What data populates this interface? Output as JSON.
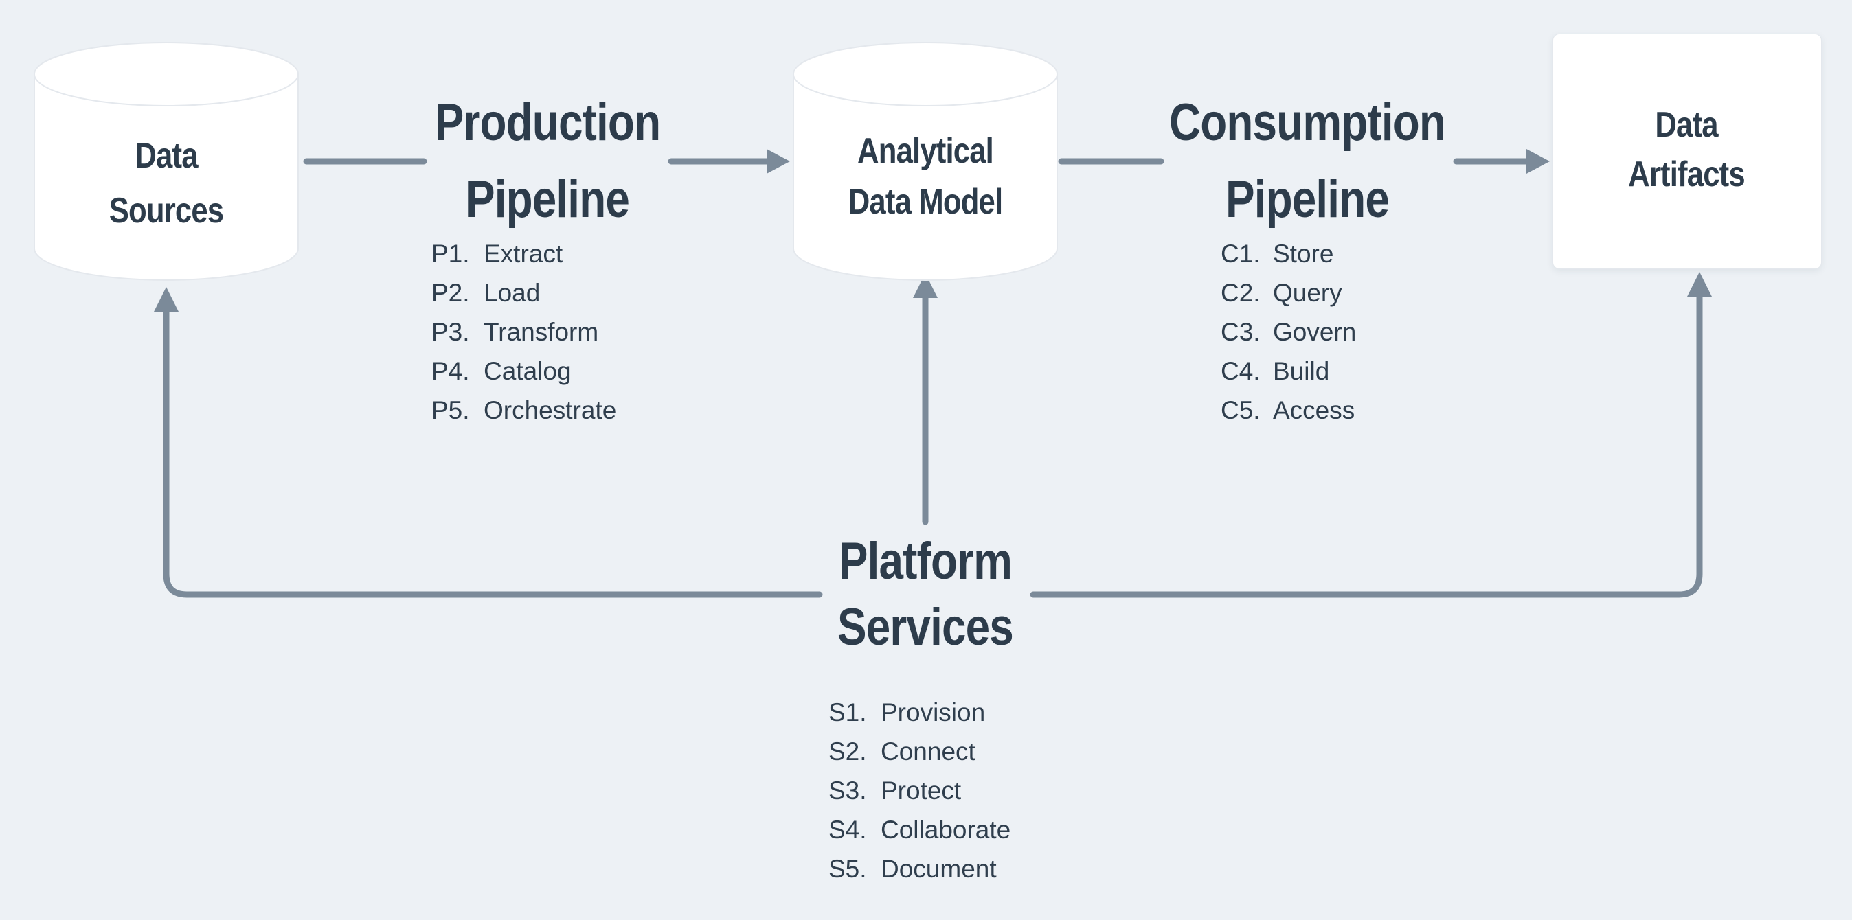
{
  "colors": {
    "background": "#edf1f5",
    "text": "#2d3c4b",
    "connector": "#7b8a99",
    "node_fill": "#ffffff",
    "node_stroke": "#e4e8ed"
  },
  "nodes": {
    "data_sources": {
      "shape": "cylinder",
      "lines": [
        "Data",
        "Sources"
      ]
    },
    "analytical_data_model": {
      "shape": "cylinder",
      "lines": [
        "Analytical",
        "Data Model"
      ]
    },
    "data_artifacts": {
      "shape": "box",
      "lines": [
        "Data",
        "Artifacts"
      ]
    }
  },
  "groups": {
    "production": {
      "title_lines": [
        "Production",
        "Pipeline"
      ],
      "items": [
        {
          "num": "P1.",
          "label": "Extract"
        },
        {
          "num": "P2.",
          "label": "Load"
        },
        {
          "num": "P3.",
          "label": "Transform"
        },
        {
          "num": "P4.",
          "label": "Catalog"
        },
        {
          "num": "P5.",
          "label": "Orchestrate"
        }
      ]
    },
    "consumption": {
      "title_lines": [
        "Consumption",
        "Pipeline"
      ],
      "items": [
        {
          "num": "C1.",
          "label": "Store"
        },
        {
          "num": "C2.",
          "label": "Query"
        },
        {
          "num": "C3.",
          "label": "Govern"
        },
        {
          "num": "C4.",
          "label": "Build"
        },
        {
          "num": "C5.",
          "label": "Access"
        }
      ]
    },
    "platform": {
      "title_lines": [
        "Platform",
        "Services"
      ],
      "items": [
        {
          "num": "S1.",
          "label": "Provision"
        },
        {
          "num": "S2.",
          "label": "Connect"
        },
        {
          "num": "S3.",
          "label": "Protect"
        },
        {
          "num": "S4.",
          "label": "Collaborate"
        },
        {
          "num": "S5.",
          "label": "Document"
        }
      ]
    }
  }
}
